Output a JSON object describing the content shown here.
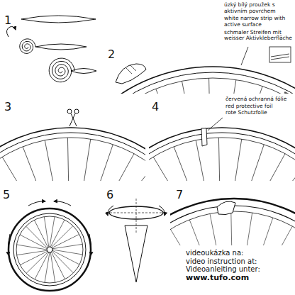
{
  "diagram": {
    "labels": [
      "1",
      "2",
      "úzký bílý proužek s aktivním povrchem",
      "white narrow strip with active surface",
      "schmaler Streifen mit weisser Aktivkleberfläche",
      "3",
      "4",
      "červená ochranná fólie",
      "red protective foil",
      "rote Schutzfolie",
      "5",
      "6",
      "7",
      "videoukázka na:",
      "video instruction at:",
      "Videoanleiting unter:",
      "www.tufo.com"
    ]
  }
}
